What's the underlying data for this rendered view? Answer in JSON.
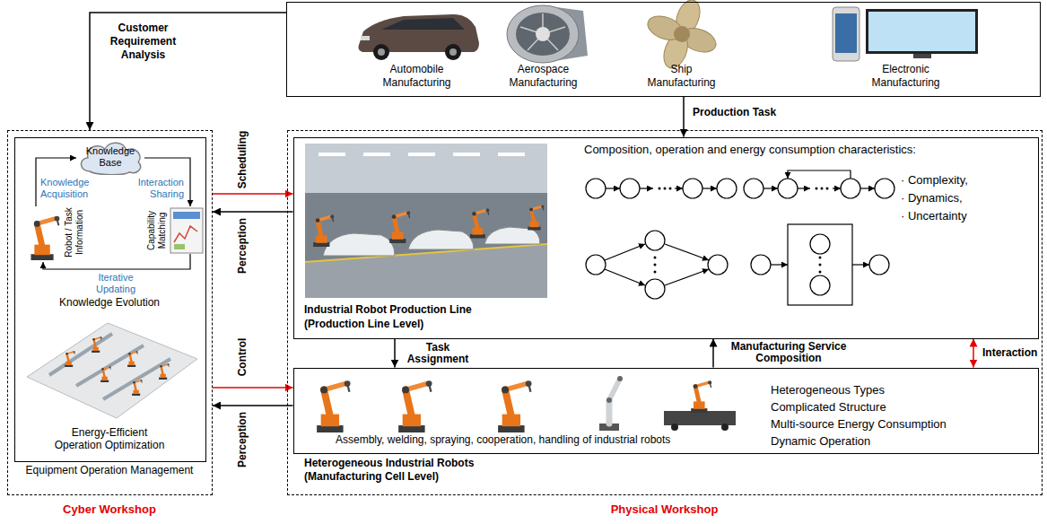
{
  "diagram": {
    "nodes": [
      {
        "text": [
          "Automobile Manufacturing",
          "Aerospace Manufacturing",
          "Ship Manufacturing",
          "Electronic Manufacturing"
        ]
      },
      {
        "text": [
          "Equipment Operation Management",
          "Cyber Workshop"
        ]
      },
      {
        "text": [
          "Knowledge Acquisition",
          "Interaction Sharing",
          "Robot / Task Information",
          "Capability Matching",
          "Iterative Updating",
          "Knowledge Evolution",
          "Energy-Efficient Operation Optimization"
        ],
        "in": 1
      },
      {
        "text": [
          "Knowledge Base"
        ],
        "in": 2
      },
      {
        "text": [
          "Physical Workshop"
        ]
      },
      {
        "text": [
          "Industrial Robot Production Line (Production Line Level)",
          "Composition, operation and energy consumption characteristics:",
          "· Complexity,",
          "· Dynamics,",
          "· Uncertainty"
        ],
        "in": 4
      },
      {
        "text": [
          "Assembly, welding, spraying, cooperation, handling of industrial robots",
          "Heterogeneous Types",
          "Complicated Structure",
          "Multi-source Energy Consumption",
          "Dynamic Operation",
          "Heterogeneous Industrial Robots (Manufacturing Cell Level)"
        ],
        "in": 4
      }
    ],
    "edges": [
      {
        "from": 0,
        "to": 1,
        "label": "Customer Requirement Analysis",
        "arrow": "to"
      },
      {
        "from": 0,
        "to": 5,
        "label": "Production Task",
        "arrow": "to"
      },
      {
        "from": 1,
        "to": 5,
        "label": "Scheduling",
        "arrow": "to"
      },
      {
        "from": 5,
        "to": 1,
        "label": "Perception",
        "arrow": "to"
      },
      {
        "from": 1,
        "to": 6,
        "label": "Control",
        "arrow": "to"
      },
      {
        "from": 6,
        "to": 1,
        "label": "Perception",
        "arrow": "to"
      },
      {
        "from": 5,
        "to": 6,
        "label": "Task Assignment",
        "arrow": "to"
      },
      {
        "from": 6,
        "to": 5,
        "label": "Manufacturing Service Composition",
        "arrow": "to"
      },
      {
        "from": 5,
        "to": 6,
        "label": "Interaction",
        "arrow": "both"
      }
    ]
  }
}
